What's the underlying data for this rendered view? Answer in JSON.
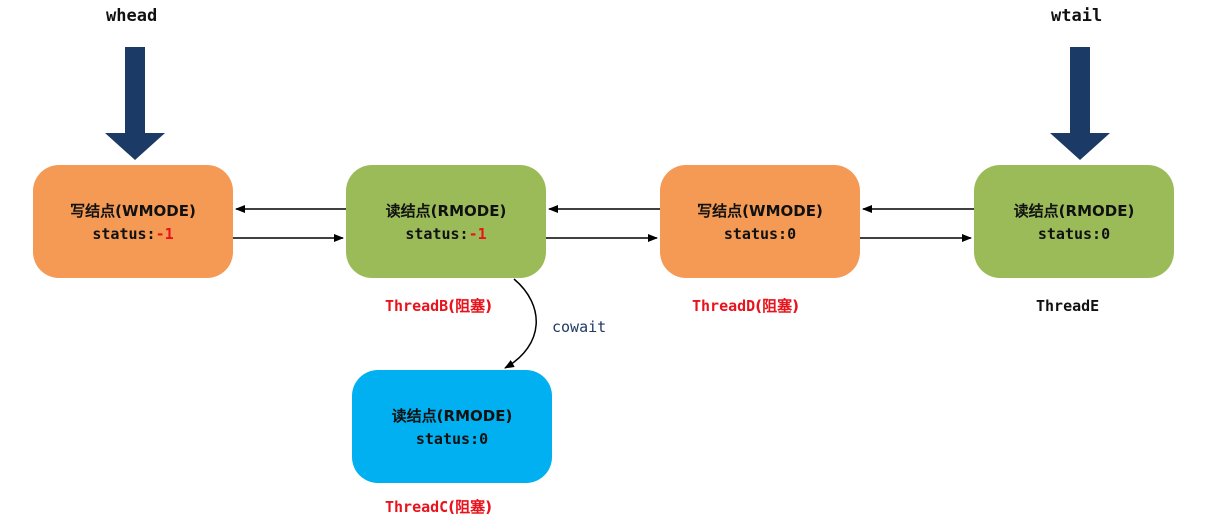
{
  "pointers": {
    "head_label": "whead",
    "tail_label": "wtail"
  },
  "nodes": [
    {
      "title": "写结点(WMODE)",
      "status_prefix": "status:",
      "status_value": "-1",
      "status_color": "#e8131c",
      "fill": "#f59a54"
    },
    {
      "title": "读结点(RMODE)",
      "status_prefix": "status:",
      "status_value": "-1",
      "status_color": "#e8131c",
      "fill": "#9bbb59"
    },
    {
      "title": "写结点(WMODE)",
      "status_prefix": "status:",
      "status_value": "0",
      "status_color": "#111111",
      "fill": "#f59a54"
    },
    {
      "title": "读结点(RMODE)",
      "status_prefix": "status:",
      "status_value": "0",
      "status_color": "#111111",
      "fill": "#9bbb59"
    },
    {
      "title": "读结点(RMODE)",
      "status_prefix": "status:",
      "status_value": "0",
      "status_color": "#111111",
      "fill": "#00b0f0"
    }
  ],
  "threads": {
    "b": {
      "name": "ThreadB",
      "state": "(阻塞)",
      "color": "#e8131c"
    },
    "d": {
      "name": "ThreadD",
      "state": "(阻塞)",
      "color": "#e8131c"
    },
    "e": {
      "name": "ThreadE",
      "state": "",
      "color": "#111111"
    },
    "c": {
      "name": "ThreadC",
      "state": "(阻塞)",
      "color": "#e8131c"
    }
  },
  "edge_labels": {
    "cowait": "cowait"
  },
  "colors": {
    "pointer_arrow": "#1b3a66",
    "link_arrow": "#000000"
  }
}
